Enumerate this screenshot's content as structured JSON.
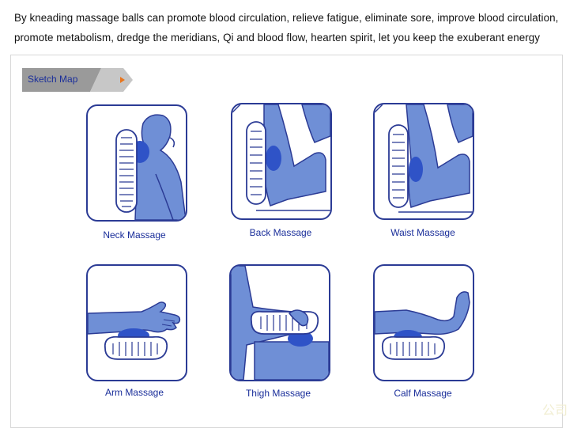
{
  "intro": {
    "line1": "By kneading massage balls can promote blood circulation, relieve fatigue, eliminate sore, improve blood circulation,",
    "line2": "promote metabolism, dredge the meridians, Qi and blood flow, hearten spirit, let you keep the exuberant energy"
  },
  "tag": {
    "label": "Sketch Map"
  },
  "cards": [
    {
      "caption": "Neck Massage"
    },
    {
      "caption": "Back Massage"
    },
    {
      "caption": "Waist Massage"
    },
    {
      "caption": "Arm Massage"
    },
    {
      "caption": "Thigh Massage"
    },
    {
      "caption": "Calf Massage"
    }
  ],
  "watermark": "公司",
  "colors": {
    "figure": "#6f8fd6",
    "outline": "#2b3b95",
    "caption": "#1a2e9a",
    "tag_bg": "#9a9a9a",
    "tag_arrow": "#e8761e"
  }
}
